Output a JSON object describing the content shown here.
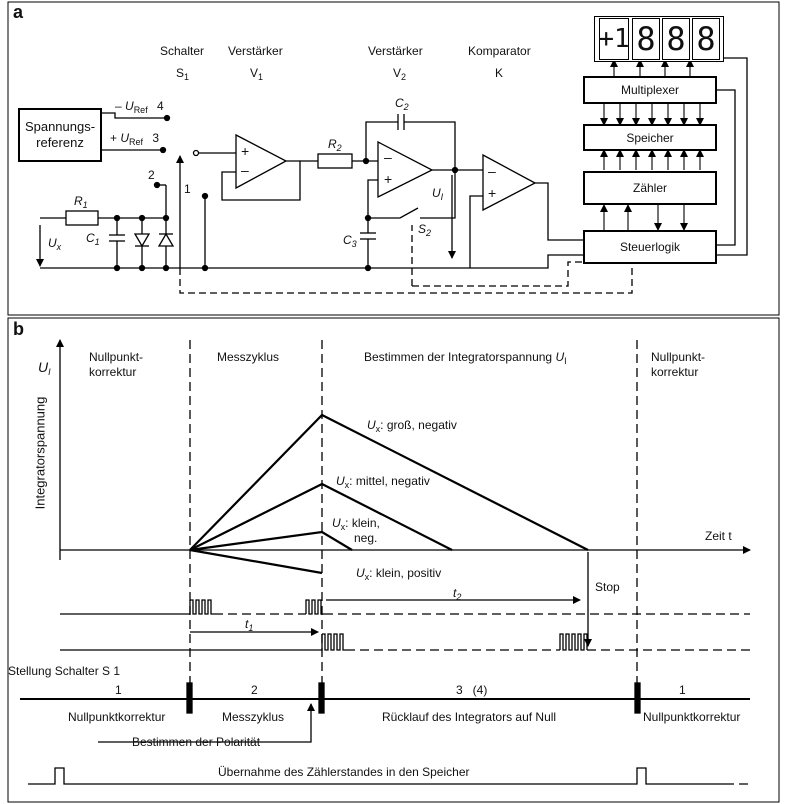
{
  "panel_a": {
    "label": "a",
    "header": {
      "schalter": "Schalter",
      "schalter_sym": "S",
      "schalter_sub": "1",
      "v1": "Verstärker",
      "v1_sym": "V",
      "v1_sub": "1",
      "v2": "Verstärker",
      "v2_sym": "V",
      "v2_sub": "2",
      "komp": "Komparator",
      "komp_sym": "K"
    },
    "reference": {
      "line1": "Spannungs-",
      "line2": "referenz"
    },
    "uref_neg": {
      "sign": "– ",
      "sym": "U",
      "sub": "Ref",
      "num": "4"
    },
    "uref_pos": {
      "sign": "+ ",
      "sym": "U",
      "sub": "Ref",
      "num": "3"
    },
    "node2": "2",
    "node1": "1",
    "r1": {
      "sym": "R",
      "sub": "1"
    },
    "c1": {
      "sym": "C",
      "sub": "1"
    },
    "ux": {
      "sym": "U",
      "sub": "x"
    },
    "r2": {
      "sym": "R",
      "sub": "2"
    },
    "c2": {
      "sym": "C",
      "sub": "2"
    },
    "c3": {
      "sym": "C",
      "sub": "3"
    },
    "s2": {
      "sym": "S",
      "sub": "2"
    },
    "ui": {
      "sym": "U",
      "sub": "I"
    },
    "blocks": {
      "multiplexer": "Multiplexer",
      "speicher": "Speicher",
      "zaehler": "Zähler",
      "steuerlogik": "Steuerlogik"
    },
    "display": {
      "sign": "+1",
      "digits": [
        "8",
        "8",
        "8"
      ]
    },
    "plus": "+",
    "minus": "–"
  },
  "panel_b": {
    "label": "b",
    "ui_axis": {
      "sym": "U",
      "sub": "I"
    },
    "y_axis_label": "Integratorspannung",
    "phases": {
      "p1": [
        "Nullpunkt-",
        "korrektur"
      ],
      "p2": "Messzyklus",
      "p3": "Bestimmen der Integratorspannung ",
      "p3_sym": "U",
      "p3_sub": "I",
      "p4": [
        "Nullpunkt-",
        "korrektur"
      ]
    },
    "zeit": "Zeit t",
    "curves": {
      "gross": {
        "sym": "U",
        "sub": "x",
        "text": ": groß, negativ"
      },
      "mittel": {
        "sym": "U",
        "sub": "x",
        "text": ": mittel, negativ"
      },
      "klein_neg": {
        "sym": "U",
        "sub": "x",
        "text": ": klein,",
        "text2": "neg."
      },
      "klein_pos": {
        "sym": "U",
        "sub": "x",
        "text": ": klein, positiv"
      }
    },
    "stop": "Stop",
    "t1": {
      "sym": "t",
      "sub": "1"
    },
    "t2": {
      "sym": "t",
      "sub": "2"
    },
    "stellung": "Stellung Schalter S 1",
    "positions": [
      "1",
      "2",
      "3   (4)",
      "1"
    ],
    "phase_names": [
      "Nullpunktkorrektur",
      "Messzyklus",
      "Rücklauf des Integrators auf Null",
      "Nullpunktkorrektur"
    ],
    "polaritaet": "Bestimmen der Polarität",
    "uebernahme": "Übernahme des Zählerstandes in den Speicher"
  }
}
